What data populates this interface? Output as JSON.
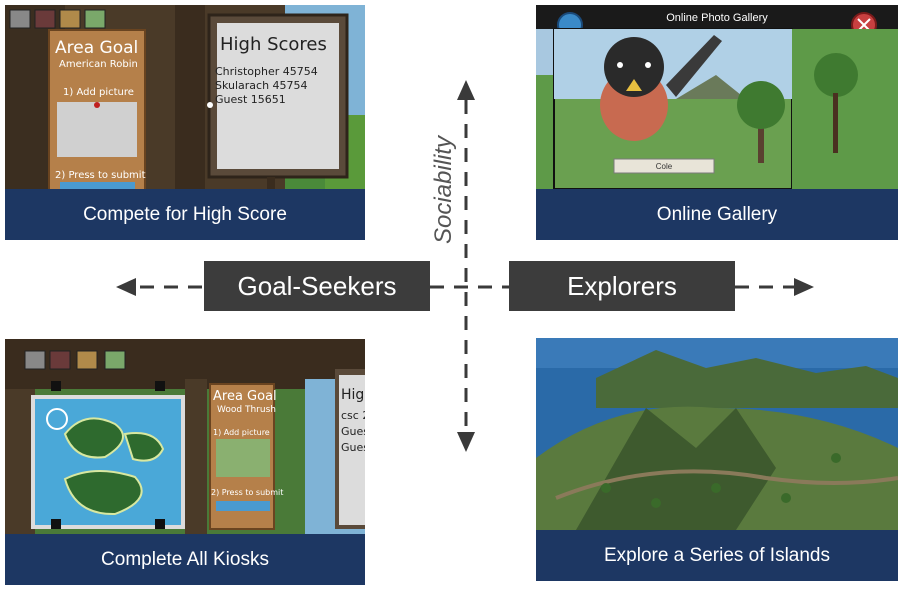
{
  "axes": {
    "horizontal_left_label": "Goal-Seekers",
    "horizontal_right_label": "Explorers",
    "vertical_label": "Sociability"
  },
  "panels": {
    "top_left": {
      "caption": "Compete for High Score",
      "sign_title": "Area Goal",
      "sign_bird": "American Robin",
      "add_picture": "1) Add picture",
      "press_submit": "2) Press to submit",
      "scores_title": "High Scores",
      "scores": [
        "Christopher 45754",
        "Skularach 45754",
        "Guest 15651"
      ]
    },
    "top_right": {
      "caption": "Online Gallery",
      "gallery_title": "Online Photo Gallery",
      "photo_label": "Cole"
    },
    "bottom_left": {
      "caption": "Complete All Kiosks",
      "sign_title": "Area Goal",
      "sign_bird": "Wood Thrush",
      "add_picture": "1) Add picture",
      "press_submit": "2) Press to submit",
      "partial_sign": [
        "Hig",
        "csc 2",
        "Gues",
        "Gues"
      ]
    },
    "bottom_right": {
      "caption": "Explore a Series of Islands"
    }
  },
  "colors": {
    "caption_bg": "#1d3763",
    "axis_label_bg": "#3c3c3c",
    "arrow": "#3a3a3a"
  }
}
